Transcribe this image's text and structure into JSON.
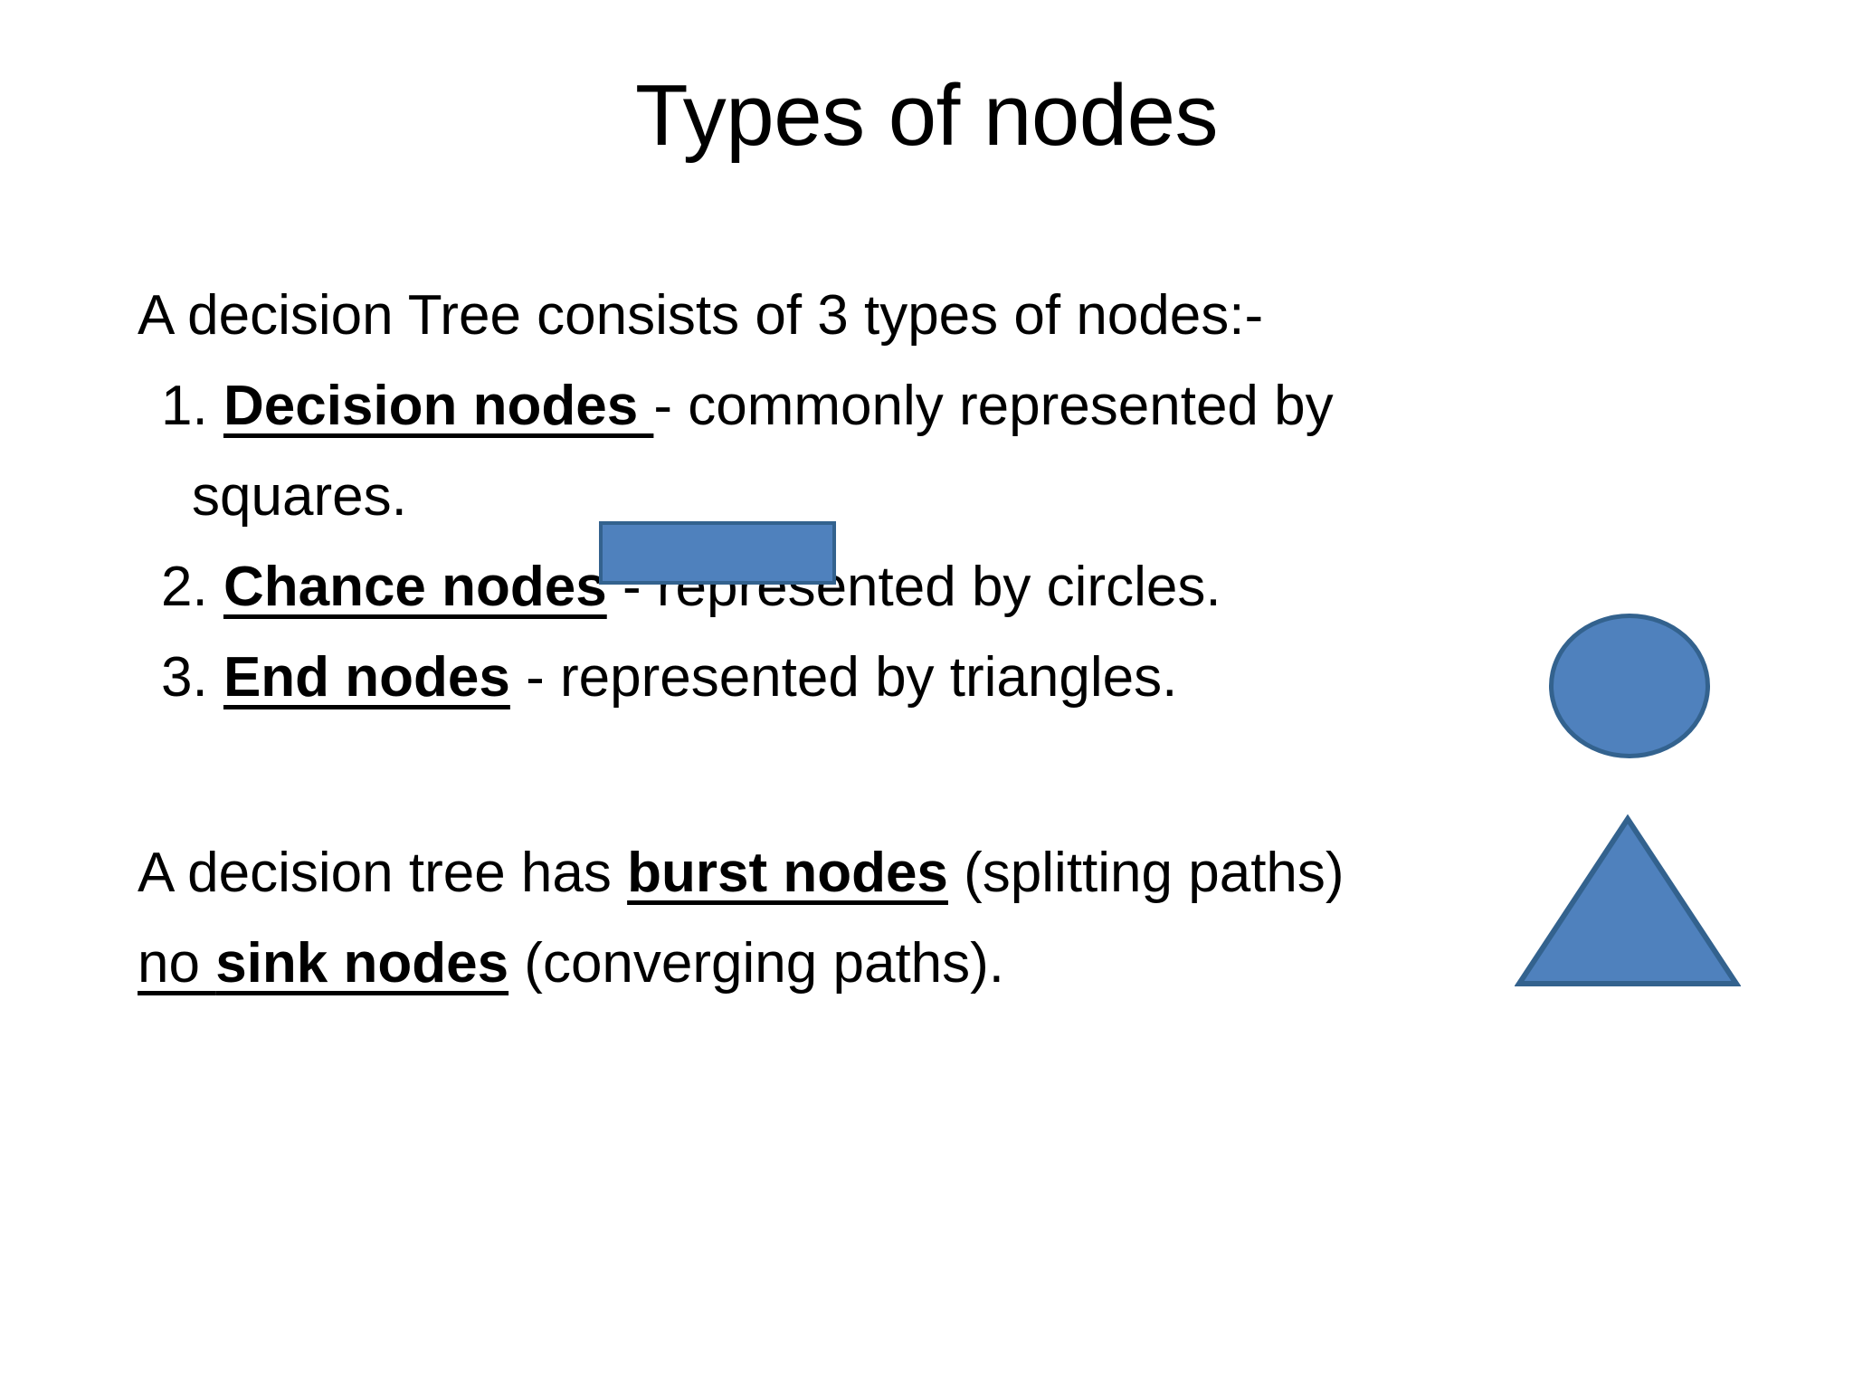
{
  "slide": {
    "title": "Types of nodes",
    "background_color": "#FFFFFF",
    "text_color": "#000000"
  },
  "content": {
    "intro": "A decision Tree consists of 3 types of nodes:-",
    "items": [
      {
        "number": "1.",
        "term": "Decision nodes ",
        "rest": "- commonly represented by",
        "continuation": "squares.",
        "shape": "square"
      },
      {
        "number": "2.",
        "term": "Chance nodes",
        "rest": " - represented by circles.",
        "continuation": "",
        "shape": "circle"
      },
      {
        "number": "3.",
        "term": "End nodes",
        "rest": " - represented by triangles.",
        "continuation": "",
        "shape": "triangle"
      }
    ],
    "closing": {
      "line1_pre": "A decision tree has ",
      "line1_bold": "burst nodes",
      "line1_post": " (splitting paths)",
      "line2_pre": " no ",
      "line2_bold": "sink nodes",
      "line2_post": " (converging paths)."
    }
  },
  "shapes": {
    "fill_color": "#4F81BD",
    "stroke_color": "#33628E",
    "square_label": "decision-node-square",
    "circle_label": "chance-node-circle",
    "triangle_label": "end-node-triangle"
  }
}
